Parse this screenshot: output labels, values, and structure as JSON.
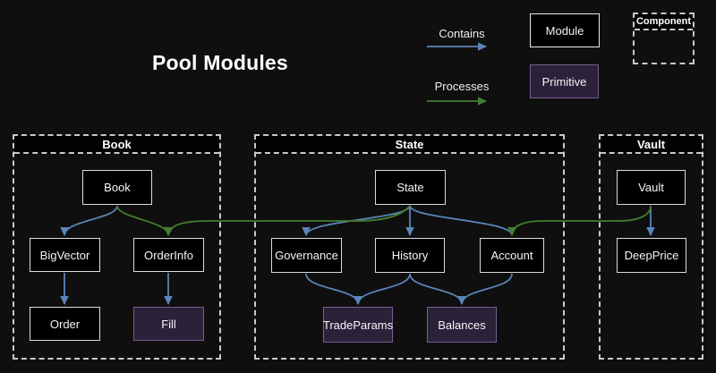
{
  "title": "Pool Modules",
  "legend": {
    "contains": "Contains",
    "processes": "Processes",
    "module": "Module",
    "primitive": "Primitive",
    "component": "Component"
  },
  "colors": {
    "background": "#0f0f0f",
    "contains_arrow": "#5b84b8",
    "processes_arrow": "#447d2f",
    "module_fill": "#000000",
    "module_border": "#e8e8e8",
    "primitive_fill": "#2b2139",
    "primitive_border": "#75628f",
    "container_border": "#c9c9c9"
  },
  "containers": {
    "book": {
      "label": "Book"
    },
    "state": {
      "label": "State"
    },
    "vault": {
      "label": "Vault"
    }
  },
  "nodes": {
    "book": {
      "label": "Book",
      "type": "module"
    },
    "bigvector": {
      "label": "BigVector",
      "type": "module"
    },
    "orderinfo": {
      "label": "OrderInfo",
      "type": "module"
    },
    "order": {
      "label": "Order",
      "type": "module"
    },
    "fill": {
      "label": "Fill",
      "type": "primitive"
    },
    "state": {
      "label": "State",
      "type": "module"
    },
    "governance": {
      "label": "Governance",
      "type": "module"
    },
    "history": {
      "label": "History",
      "type": "module"
    },
    "account": {
      "label": "Account",
      "type": "module"
    },
    "tradeparams": {
      "label": "TradeParams",
      "type": "primitive"
    },
    "balances": {
      "label": "Balances",
      "type": "primitive"
    },
    "vault": {
      "label": "Vault",
      "type": "module"
    },
    "deepprice": {
      "label": "DeepPrice",
      "type": "module"
    }
  },
  "edges": [
    {
      "from": "Book",
      "to": "BigVector",
      "type": "contains"
    },
    {
      "from": "Book",
      "to": "OrderInfo",
      "type": "processes"
    },
    {
      "from": "BigVector",
      "to": "Order",
      "type": "contains"
    },
    {
      "from": "OrderInfo",
      "to": "Fill",
      "type": "contains"
    },
    {
      "from": "State",
      "to": "Governance",
      "type": "contains"
    },
    {
      "from": "State",
      "to": "History",
      "type": "contains"
    },
    {
      "from": "State",
      "to": "Account",
      "type": "contains"
    },
    {
      "from": "State",
      "to": "OrderInfo",
      "type": "processes"
    },
    {
      "from": "Governance",
      "to": "TradeParams",
      "type": "contains"
    },
    {
      "from": "History",
      "to": "TradeParams",
      "type": "contains"
    },
    {
      "from": "History",
      "to": "Balances",
      "type": "contains"
    },
    {
      "from": "Account",
      "to": "Balances",
      "type": "contains"
    },
    {
      "from": "Vault",
      "to": "DeepPrice",
      "type": "contains"
    },
    {
      "from": "Vault",
      "to": "Account",
      "type": "processes"
    }
  ]
}
